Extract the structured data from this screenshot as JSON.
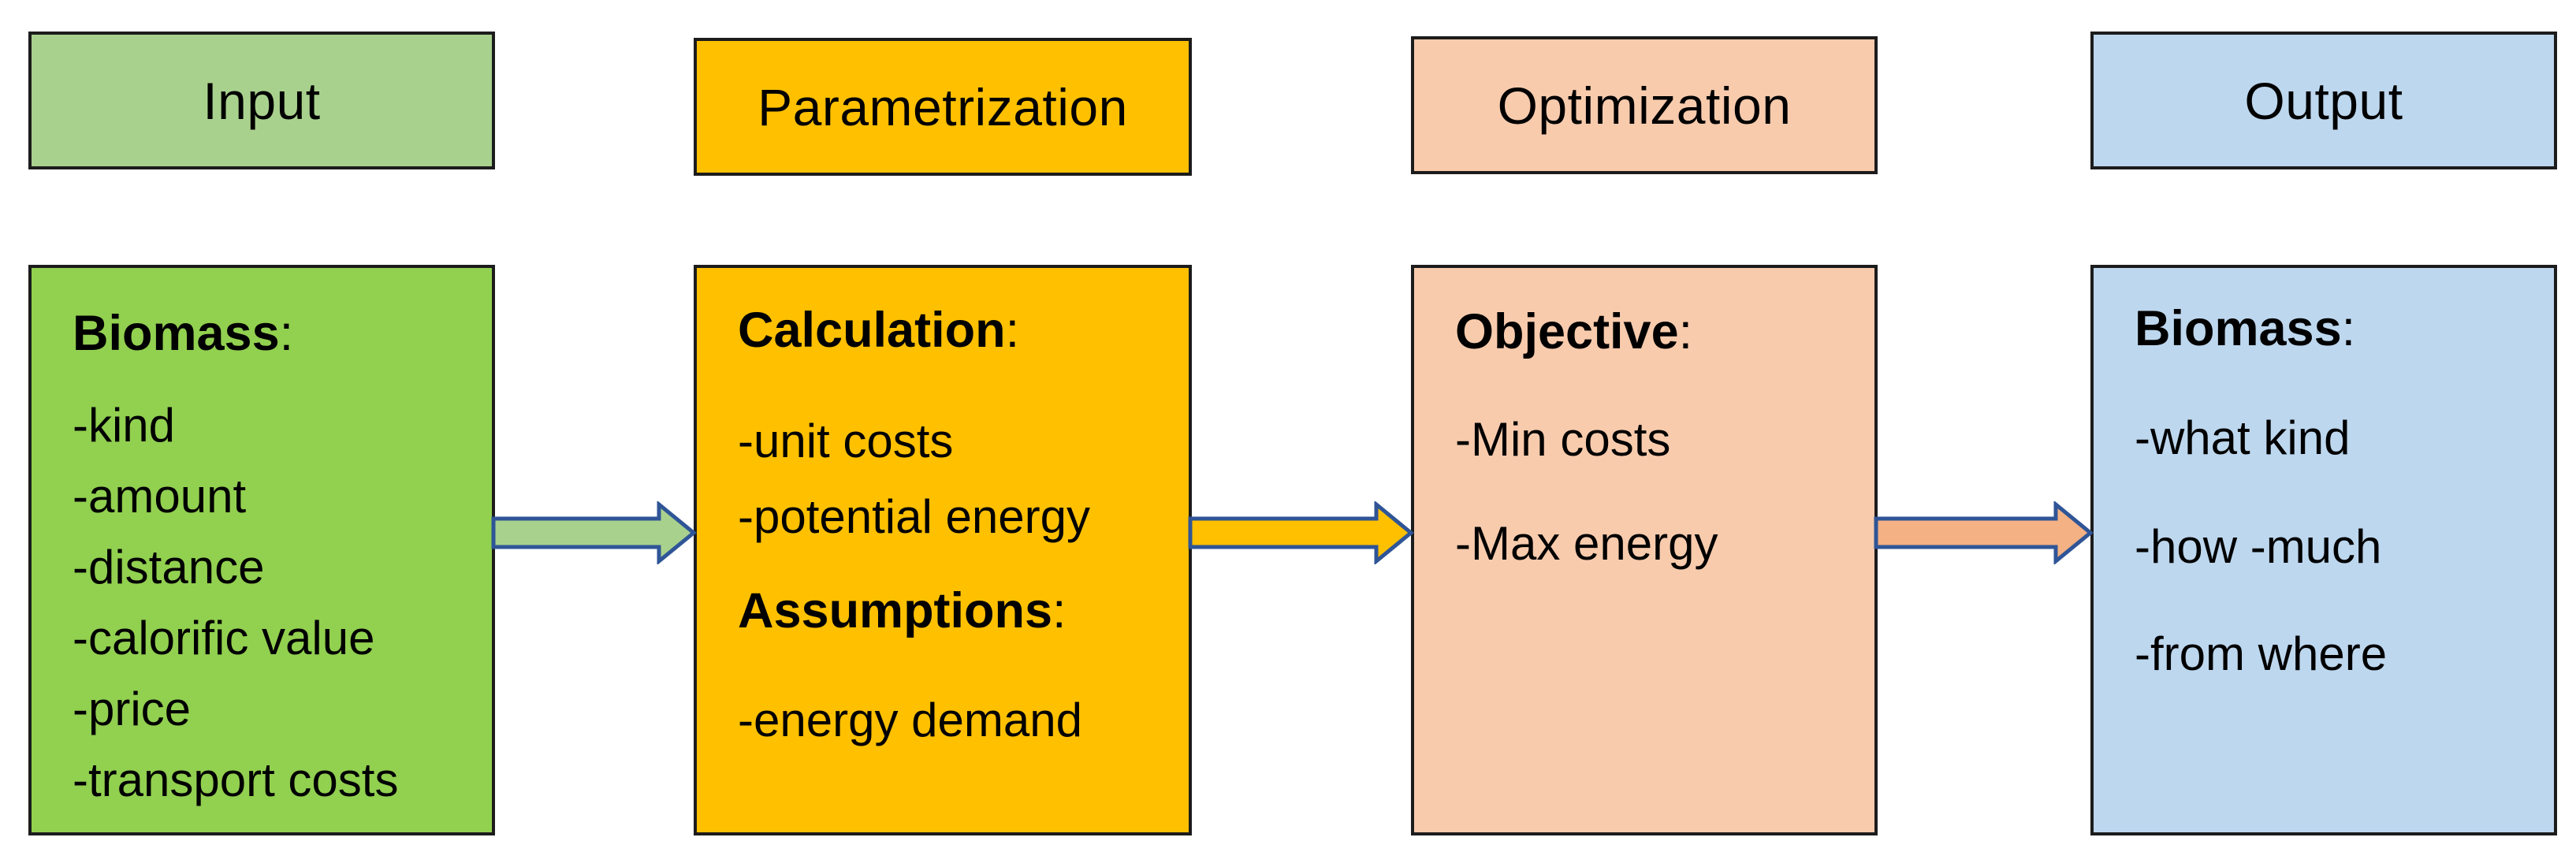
{
  "headers": {
    "input": "Input",
    "parametrization": "Parametrization",
    "optimization": "Optimization",
    "output": "Output"
  },
  "input_box": {
    "title": "Biomass",
    "title_suffix": ":",
    "items": [
      "-kind",
      "-amount",
      "-distance",
      "-calorific value",
      "-price",
      "-transport costs"
    ]
  },
  "parametrization_box": {
    "calc_title": "Calculation",
    "calc_suffix": ":",
    "calc_items": [
      "-unit costs",
      "-potential energy"
    ],
    "assume_title": "Assumptions",
    "assume_suffix": ":",
    "assume_items": [
      "-energy demand"
    ]
  },
  "optimization_box": {
    "title": "Objective",
    "title_suffix": ":",
    "items": [
      "-Min costs",
      "-Max energy"
    ]
  },
  "output_box": {
    "title": "Biomass",
    "title_suffix": ":",
    "items": [
      "-what kind",
      "-how -much",
      "-from where"
    ]
  },
  "colors": {
    "input_header": "#a9d18e",
    "input_body": "#92d050",
    "parametrization": "#ffc000",
    "optimization": "#f8cbad",
    "output": "#bdd7ee",
    "arrow_outline": "#2f5597"
  },
  "arrows": [
    {
      "from": "input",
      "to": "parametrization",
      "fill": "#a9d18e"
    },
    {
      "from": "parametrization",
      "to": "optimization",
      "fill": "#ffc000"
    },
    {
      "from": "optimization",
      "to": "output",
      "fill": "#f4b183"
    }
  ]
}
